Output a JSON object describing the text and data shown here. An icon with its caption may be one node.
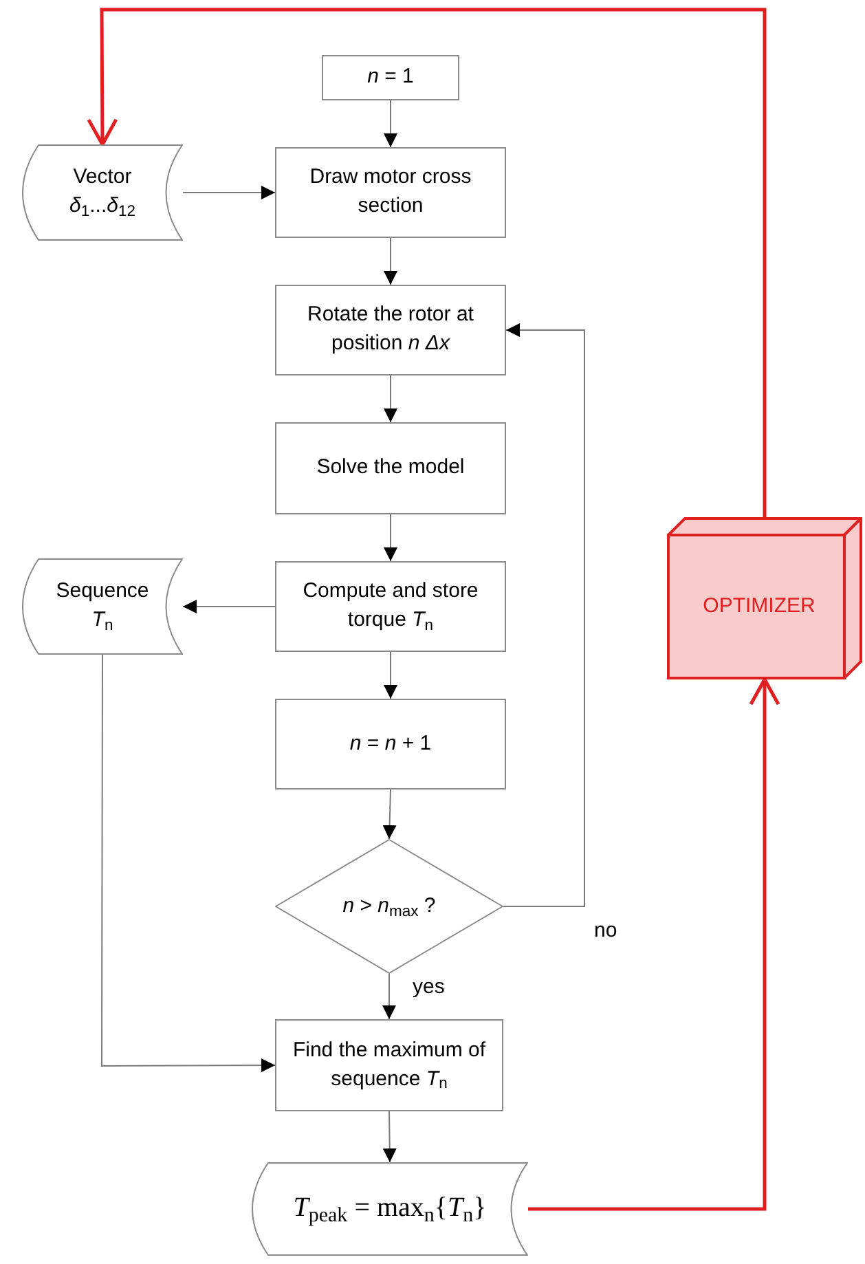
{
  "diagram": {
    "nodes": [
      {
        "text": [
          "*n* = 1"
        ]
      },
      {
        "text": [
          "Vector *δ*$_{1}$...*δ*$_{12}$"
        ]
      },
      {
        "text": [
          "Draw motor cross section"
        ]
      },
      {
        "text": [
          "Rotate the rotor at position *n Δx*"
        ]
      },
      {
        "text": [
          "Solve the model"
        ]
      },
      {
        "text": [
          "Sequence *T*$_{n}$"
        ]
      },
      {
        "text": [
          "Compute and store torque *T*$_{n}$"
        ]
      },
      {
        "text": [
          "*n* = *n* + 1"
        ]
      },
      {
        "text": [
          "*n* > *n*$_{max}$ ?"
        ]
      },
      {
        "text": [
          "Find the maximum of sequence *T*$_{n}$"
        ]
      },
      {
        "text": [
          "*T*$_{peak}$ = max$_{n}${*T*$_{n}$}"
        ]
      },
      {
        "text": [
          "OPTIMIZER"
        ]
      }
    ],
    "edges": [
      {
        "from": 0,
        "to": 2,
        "arrow": "to"
      },
      {
        "from": 1,
        "to": 2,
        "arrow": "to"
      },
      {
        "from": 2,
        "to": 3,
        "arrow": "to"
      },
      {
        "from": 3,
        "to": 4,
        "arrow": "to"
      },
      {
        "from": 4,
        "to": 6,
        "arrow": "to"
      },
      {
        "from": 6,
        "to": 5,
        "arrow": "to"
      },
      {
        "from": 6,
        "to": 7,
        "arrow": "to"
      },
      {
        "from": 7,
        "to": 8,
        "arrow": "to"
      },
      {
        "from": 8,
        "to": 3,
        "arrow": "to",
        "label": "no"
      },
      {
        "from": 8,
        "to": 9,
        "arrow": "to",
        "label": "yes"
      },
      {
        "from": 5,
        "to": 9,
        "arrow": "to"
      },
      {
        "from": 9,
        "to": 10,
        "arrow": "to"
      },
      {
        "from": 10,
        "to": 11,
        "arrow": "to",
        "style": "thick",
        "color": "#e02020"
      },
      {
        "from": 11,
        "to": 1,
        "arrow": "to",
        "style": "thick",
        "color": "#e02020"
      }
    ]
  }
}
